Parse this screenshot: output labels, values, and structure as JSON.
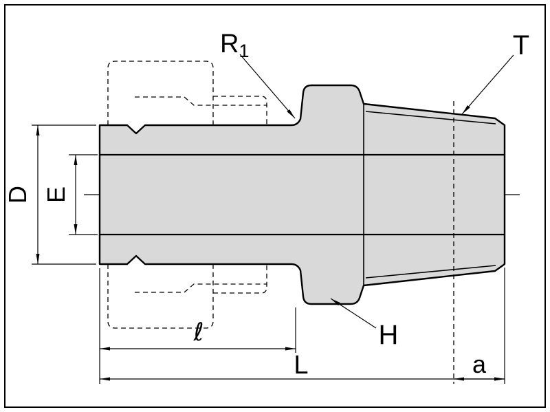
{
  "drawing": {
    "kind": "dimensioned cross-section of a male connector tube fitting"
  },
  "labels": {
    "r1_main": "R",
    "r1_sub": "1",
    "t": "T",
    "d": "D",
    "e": "E",
    "h": "H",
    "ell": "ℓ",
    "l": "L",
    "a": "a"
  },
  "colors": {
    "body_fill": "#d9d9d9",
    "line": "#000000",
    "background": "#ffffff"
  }
}
